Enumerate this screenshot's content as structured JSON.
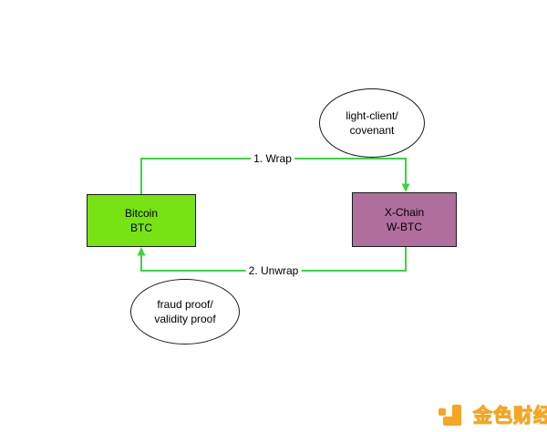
{
  "diagram": {
    "nodes": {
      "light_client": {
        "line1": "light-client/",
        "line2": "covenant"
      },
      "bitcoin": {
        "line1": "Bitcoin",
        "line2": "BTC"
      },
      "xchain": {
        "line1": "X-Chain",
        "line2": "W-BTC"
      },
      "fraud_proof": {
        "line1": "fraud proof/",
        "line2": "validity proof"
      }
    },
    "edges": {
      "wrap": {
        "label": "1. Wrap"
      },
      "unwrap": {
        "label": "2. Unwrap"
      }
    }
  },
  "footer": {
    "logo_icon": "jinse-blocks-icon",
    "logo_text": "金色财经"
  },
  "colors": {
    "box-green": "#77E214",
    "box-purple": "#B06E9E",
    "edge-green": "#3DD43D",
    "logo-orange": "#F5A623",
    "stroke-dark": "#1A1A1A"
  }
}
